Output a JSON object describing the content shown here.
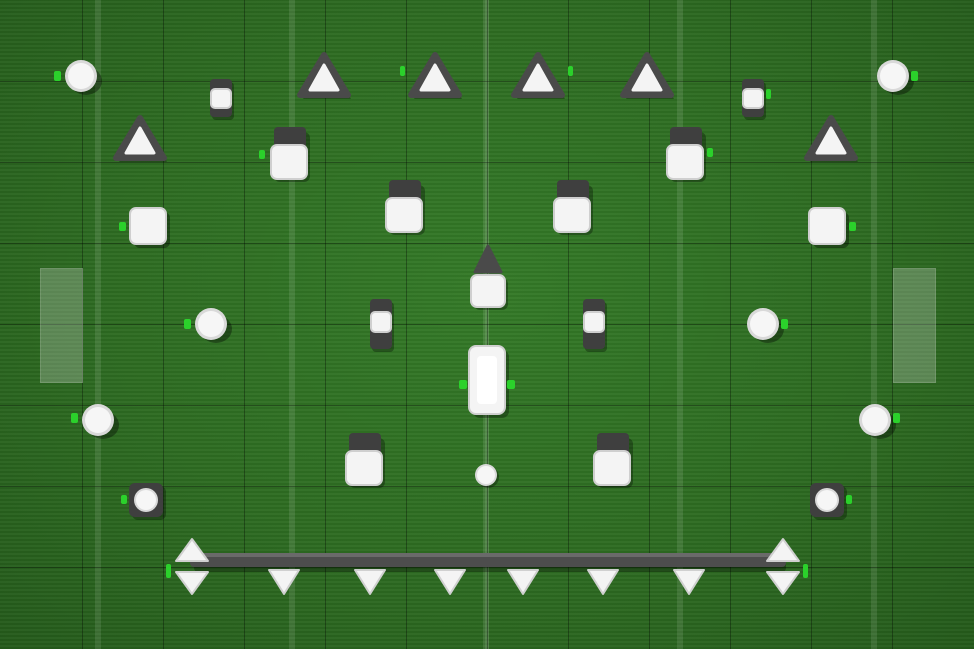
{
  "board": {
    "title": "",
    "grass_color": "#2d6b21",
    "grid_color": "#1a3a14",
    "piece_color": "#f4f4f4",
    "piece_shadow_color": "#3c3c3c",
    "indicator_color": "#2bd12b"
  },
  "pieces": {
    "circle_tokens": 8,
    "square_tokens": 6,
    "triangle_tokens": 6,
    "raised_block_tokens": 12,
    "socket_tokens": 2,
    "bar_tokens": 1,
    "small_center_token": 1,
    "bottom_rail_arrows": 8
  }
}
